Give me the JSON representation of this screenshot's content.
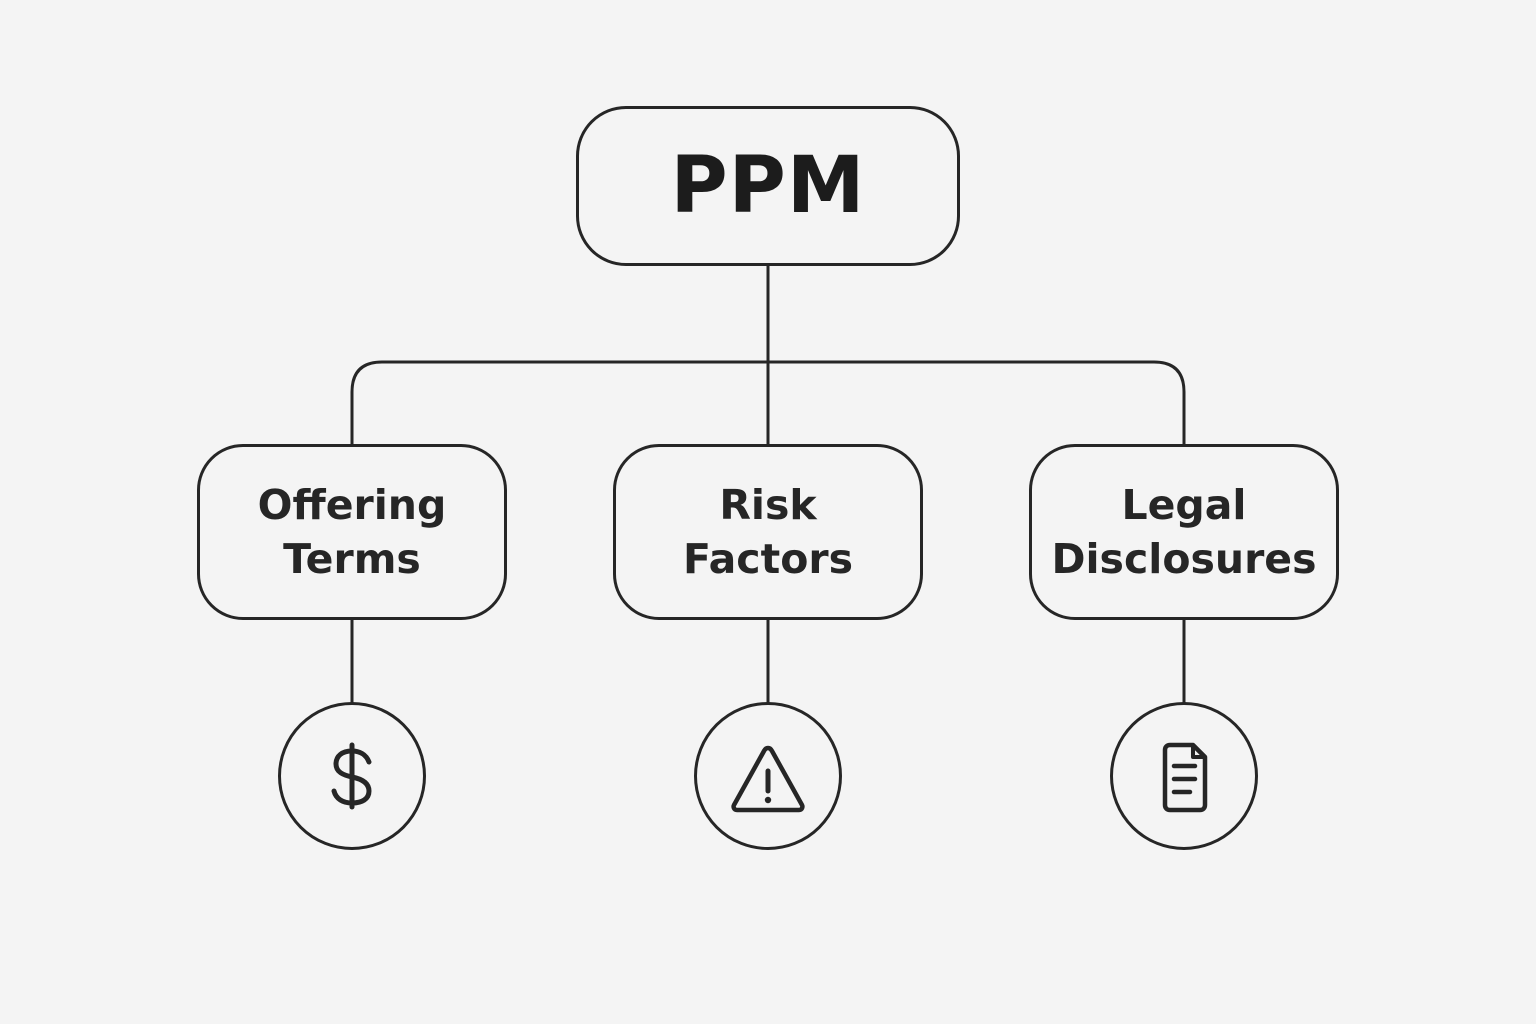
{
  "root": {
    "label": "PPM"
  },
  "children": [
    {
      "line1": "Offering",
      "line2": "Terms",
      "icon": "dollar-sign-icon"
    },
    {
      "line1": "Risk",
      "line2": "Factors",
      "icon": "warning-triangle-icon"
    },
    {
      "line1": "Legal",
      "line2": "Disclosures",
      "icon": "document-icon"
    }
  ],
  "colors": {
    "background": "#f4f4f4",
    "stroke": "#262626",
    "text": "#1c1c1c"
  }
}
